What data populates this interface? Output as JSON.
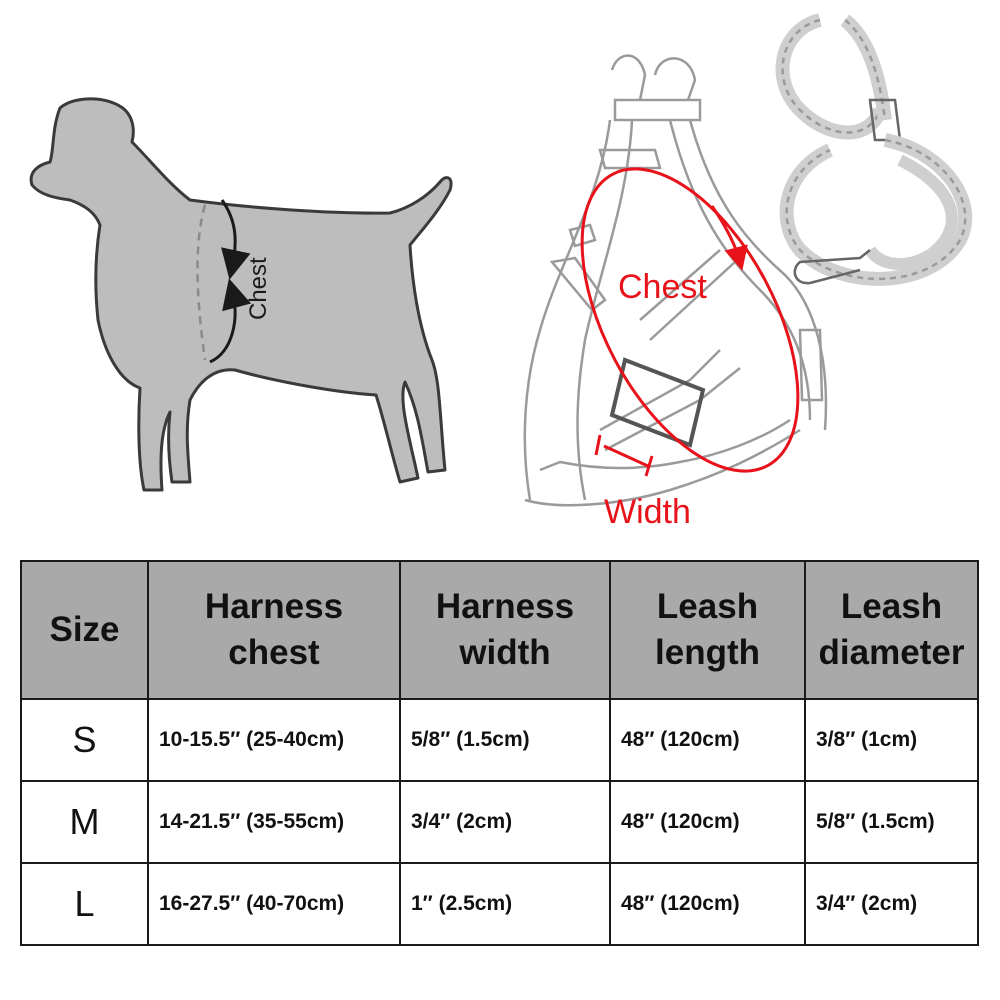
{
  "illustration": {
    "dog_chest_label": "Chest",
    "harness_chest_label": "Chest",
    "harness_width_label": "Width",
    "colors": {
      "dog_fill": "#bdbdbd",
      "dog_outline": "#3a3a3a",
      "measure_red": "#e8121b",
      "header_bg": "#a9a9a9"
    }
  },
  "table": {
    "headers": {
      "size": "Size",
      "harness_chest": [
        "Harness",
        "chest"
      ],
      "harness_width": [
        "Harness",
        "width"
      ],
      "leash_length": [
        "Leash",
        "length"
      ],
      "leash_diameter": [
        "Leash",
        "diameter"
      ]
    },
    "rows": [
      {
        "size": "S",
        "chest": "10-15.5″ (25-40cm)",
        "width": "5/8″ (1.5cm)",
        "length": "48″ (120cm)",
        "diameter": "3/8″ (1cm)"
      },
      {
        "size": "M",
        "chest": "14-21.5″ (35-55cm)",
        "width": "3/4″ (2cm)",
        "length": "48″ (120cm)",
        "diameter": "5/8″ (1.5cm)"
      },
      {
        "size": "L",
        "chest": "16-27.5″ (40-70cm)",
        "width": "1″ (2.5cm)",
        "length": "48″ (120cm)",
        "diameter": "3/4″ (2cm)"
      }
    ]
  }
}
